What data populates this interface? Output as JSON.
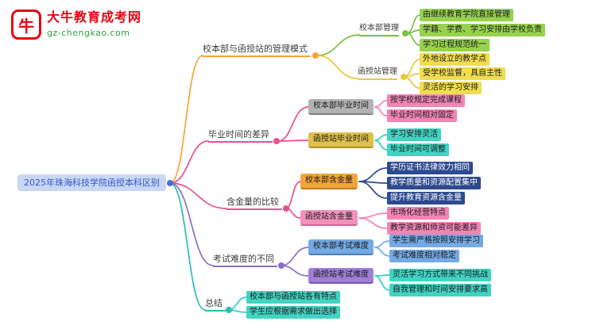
{
  "logo": {
    "icon_text": "牛",
    "title": "大牛教育成考网",
    "subtitle": "gz-chengkao.com"
  },
  "root_label": "2025年珠海科技学院函授本科区别",
  "branches": [
    {
      "label": "校本部与函授站的管理模式",
      "children": [
        {
          "label": "校本部管理",
          "leaves": [
            "由继续教育学院直接管理",
            "学籍、学费、学习安排由学校负责",
            "学习过程规范统一"
          ]
        },
        {
          "label": "函授站管理",
          "leaves": [
            "外地设立的教学点",
            "受学校监督，具自主性",
            "灵活的学习安排"
          ]
        }
      ]
    },
    {
      "label": "毕业时间的差异",
      "children": [
        {
          "label": "校本部毕业时间",
          "leaves": [
            "按学校规定完成课程",
            "毕业时间相对固定"
          ]
        },
        {
          "label": "函授站毕业时间",
          "leaves": [
            "学习安排灵活",
            "毕业时间可调整"
          ]
        }
      ]
    },
    {
      "label": "含金量的比较",
      "children": [
        {
          "label": "校本部含金量",
          "leaves": [
            "学历证书法律效力相同",
            "教学质量和资源配置集中",
            "提升教育资源含金量"
          ]
        },
        {
          "label": "函授站含金量",
          "leaves": [
            "市场化经营特点",
            "教学资源和师资可能差异"
          ]
        }
      ]
    },
    {
      "label": "考试难度的不同",
      "children": [
        {
          "label": "校本部考试难度",
          "leaves": [
            "学生需严格按照安排学习",
            "考试难度相对稳定"
          ]
        },
        {
          "label": "函授站考试难度",
          "leaves": [
            "灵活学习方式带来不同挑战",
            "自我管理和时间安排要求高"
          ]
        }
      ]
    },
    {
      "label": "总结",
      "leaves": [
        "校本部与函授站各有特点",
        "学生应根据需求做出选择"
      ]
    }
  ],
  "palette": {
    "brand_red": "#e60012",
    "brand_green": "#2f9e44",
    "root_bg": "#c9d7f5",
    "root_text": "#3a56c4",
    "orange": "#f7a437",
    "green": "#7ac143",
    "green_leaf": "#97d24d",
    "yellow": "#e8c93d",
    "yellow_leaf": "#f1dd4f",
    "pink": "#e8508e",
    "pink_leaf": "#f185b5",
    "teal": "#2fd0bd",
    "navy": "#2e4a8f",
    "blue": "#74a9e4",
    "purple": "#8e6fc8",
    "gray_pill": "#b3b3b3",
    "gold_pill": "#dfc04c"
  }
}
